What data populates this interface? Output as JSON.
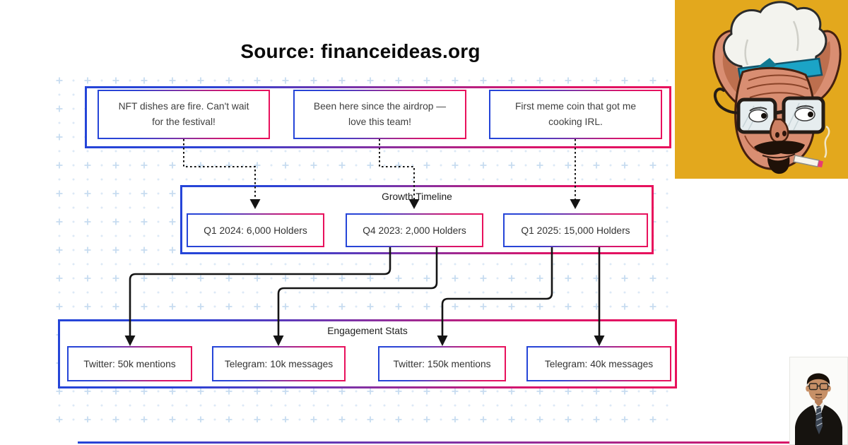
{
  "title": "Source: financeideas.org",
  "testimonials": {
    "items": [
      {
        "text": "NFT dishes are fire. Can't wait for the festival!"
      },
      {
        "text": "Been here since the airdrop — love this team!"
      },
      {
        "text": "First meme coin that got me cooking IRL."
      }
    ]
  },
  "timeline": {
    "title": "Growth Timeline",
    "items": [
      {
        "label": "Q1 2024: 6,000 Holders"
      },
      {
        "label": "Q4 2023: 2,000 Holders"
      },
      {
        "label": "Q1 2025: 15,000 Holders"
      }
    ]
  },
  "engagement": {
    "title": "Engagement Stats",
    "items": [
      {
        "label": "Twitter: 50k mentions"
      },
      {
        "label": "Telegram: 10k messages"
      },
      {
        "label": "Twitter: 150k mentions"
      },
      {
        "label": "Telegram: 40k messages"
      }
    ]
  },
  "images": {
    "pig_chef": "pig-chef-illustration",
    "portrait": "person-portrait-photo"
  },
  "colors": {
    "accent_blue": "#2545d8",
    "accent_crimson": "#e8115c",
    "pig_background": "#e3a81d",
    "pattern_blue": "#cfe2f4",
    "arrow": "#141414"
  }
}
